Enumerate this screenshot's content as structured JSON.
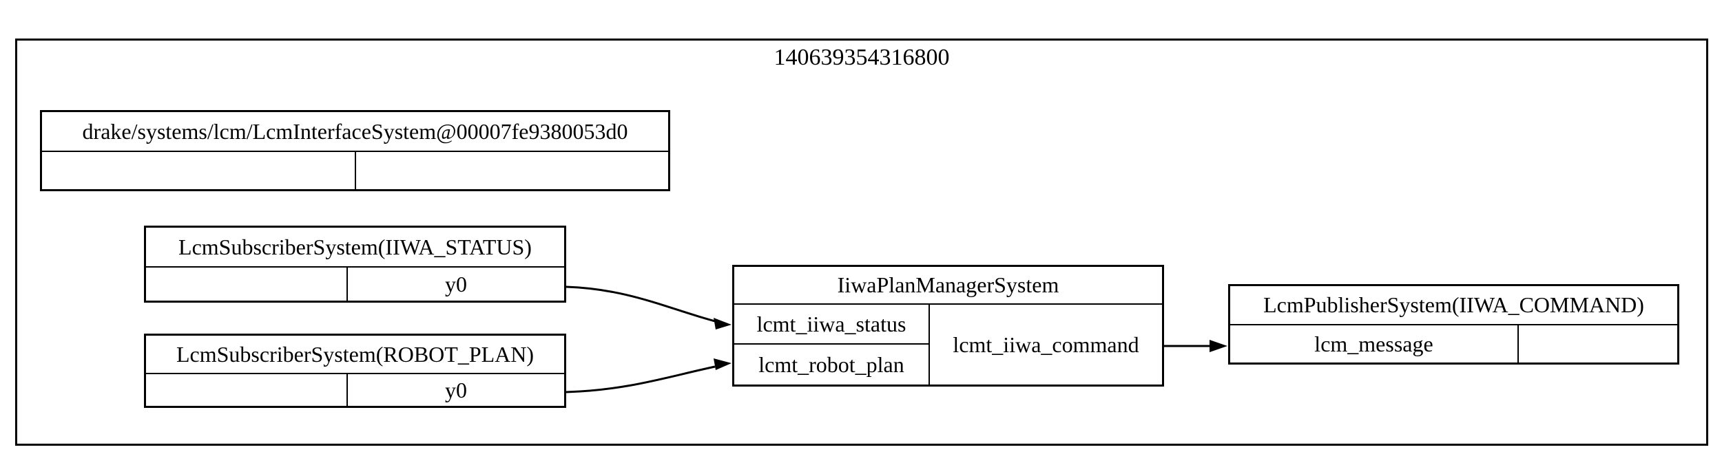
{
  "diagram": {
    "title": "140639354316800",
    "colors": {
      "line": "#000000",
      "background": "#ffffff"
    },
    "nodes": {
      "lcm_interface": {
        "title": "drake/systems/lcm/LcmInterfaceSystem@00007fe9380053d0",
        "input_label": "",
        "output_label": ""
      },
      "sub_iiwa_status": {
        "title": "LcmSubscriberSystem(IIWA_STATUS)",
        "input_label": "",
        "output_label": "y0"
      },
      "sub_robot_plan": {
        "title": "LcmSubscriberSystem(ROBOT_PLAN)",
        "input_label": "",
        "output_label": "y0"
      },
      "plan_manager": {
        "title": "IiwaPlanManagerSystem",
        "inputs": [
          "lcmt_iiwa_status",
          "lcmt_robot_plan"
        ],
        "output": "lcmt_iiwa_command"
      },
      "publisher": {
        "title": "LcmPublisherSystem(IIWA_COMMAND)",
        "input_label": "lcm_message",
        "output_label": ""
      }
    }
  }
}
